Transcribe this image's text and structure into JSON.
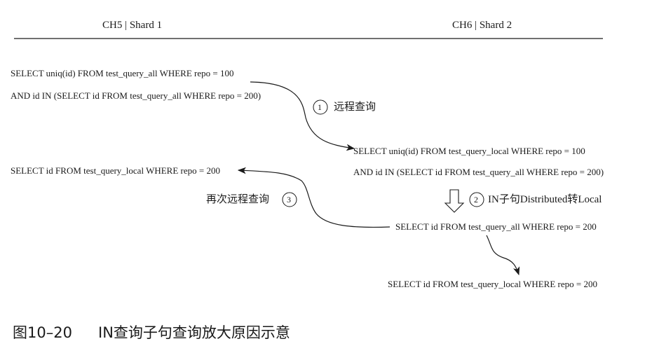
{
  "header": {
    "left_title": "CH5 | Shard 1",
    "right_title": "CH6 | Shard 2"
  },
  "queries": {
    "q1_line1": "SELECT uniq(id) FROM test_query_all WHERE repo = 100",
    "q1_line2": "AND id IN (SELECT id FROM test_query_all WHERE repo = 200)",
    "q2_line1": "SELECT uniq(id) FROM test_query_local WHERE repo = 100",
    "q2_line2": "AND id IN (SELECT id FROM test_query_all WHERE repo = 200)",
    "q3": "SELECT id FROM test_query_all WHERE repo = 200",
    "q4": "SELECT id FROM test_query_local WHERE repo = 200",
    "q5": "SELECT id FROM test_query_local WHERE repo = 200"
  },
  "steps": {
    "step1_num": "1",
    "step1_label": "远程查询",
    "step2_num": "2",
    "step2_label": "IN子句Distributed转Local",
    "step3_num": "3",
    "step3_label": "再次远程查询"
  },
  "caption": {
    "figure_num": "图10–20",
    "text": "IN查询子句查询放大原因示意"
  }
}
